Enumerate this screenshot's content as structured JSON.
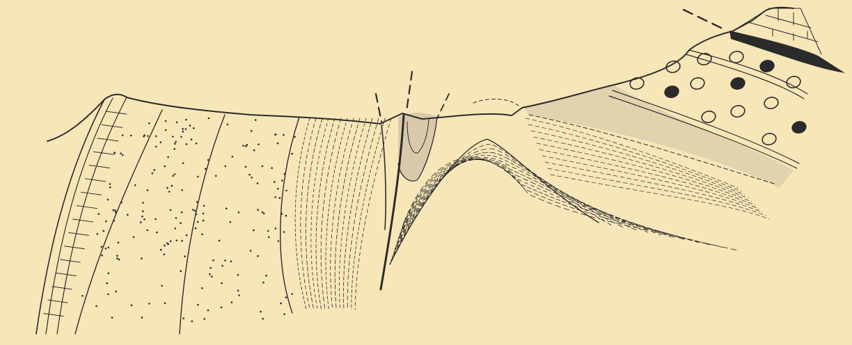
{
  "figure": {
    "background": "#f7e6b8",
    "ink": "#2b2b2b",
    "shade": "#cfc2a6",
    "caption": ""
  },
  "units": [
    {
      "name": "limestone-left",
      "pattern": "brick"
    },
    {
      "name": "sandstone",
      "pattern": "dots"
    },
    {
      "name": "shale-banded",
      "pattern": "dashes"
    },
    {
      "name": "syncline-core",
      "pattern": "shaded"
    },
    {
      "name": "conglomerate",
      "pattern": "pebbles"
    },
    {
      "name": "coal-seam",
      "pattern": "solid"
    },
    {
      "name": "limestone-cap",
      "pattern": "brick"
    }
  ],
  "structures": [
    {
      "name": "main-fault"
    },
    {
      "name": "fault-trace-left"
    },
    {
      "name": "fault-trace-right"
    },
    {
      "name": "fault-trace-top-right"
    }
  ]
}
